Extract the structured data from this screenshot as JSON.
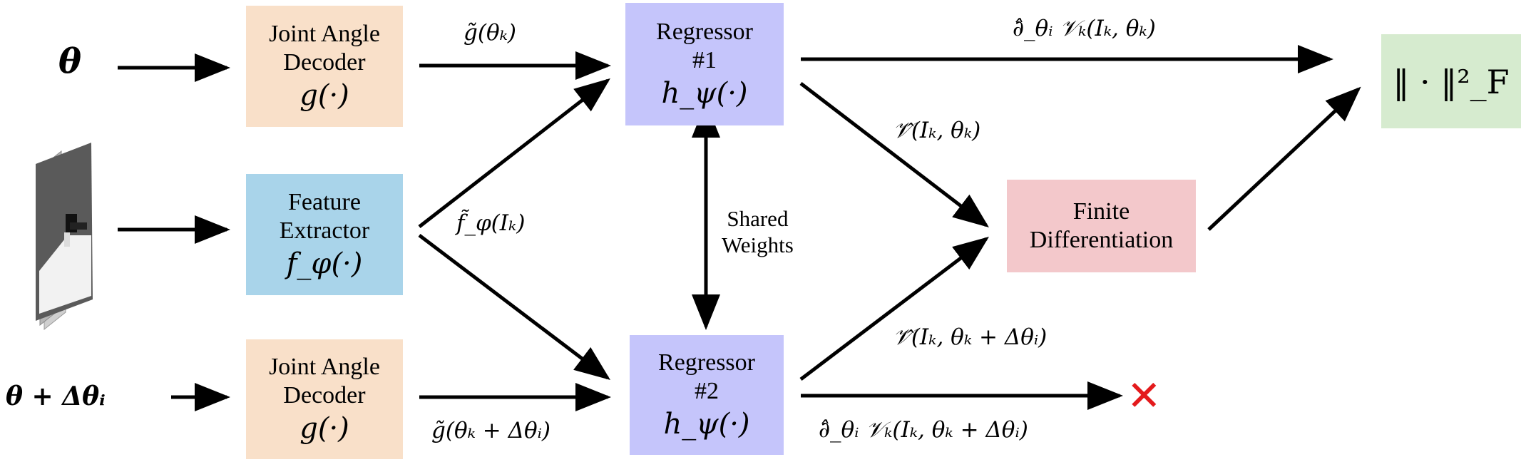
{
  "colors": {
    "decoder": "#f9e0c9",
    "extractor": "#a9d4ea",
    "regressor": "#c5c5fb",
    "finite_diff": "#f3c8cb",
    "norm": "#d6ebcf",
    "cross": "#e41a1c",
    "arrow": "#000000"
  },
  "inputs": {
    "theta": "θ",
    "image_icon": "image-stack-icon",
    "theta_perturbed": "θ + Δθᵢ"
  },
  "boxes": {
    "decoder_top": {
      "line1": "Joint Angle",
      "line2": "Decoder",
      "fn": "g(·)"
    },
    "extractor": {
      "line1": "Feature",
      "line2": "Extractor",
      "fn": "f_φ(·)"
    },
    "decoder_bottom": {
      "line1": "Joint Angle",
      "line2": "Decoder",
      "fn": "g(·)"
    },
    "regressor1": {
      "line1": "Regressor",
      "line2": "#1",
      "fn": "h_ψ(·)"
    },
    "regressor2": {
      "line1": "Regressor",
      "line2": "#2",
      "fn": "h_ψ(·)"
    },
    "finite_diff": {
      "line1": "Finite",
      "line2": "Differentiation"
    },
    "norm": {
      "text": "‖ · ‖²_F"
    }
  },
  "labels": {
    "g_theta_k": "g̃(θₖ)",
    "f_phi_I_k": "f̃_φ(Iₖ)",
    "g_theta_k_delta": "g̃(θₖ + Δθᵢ)",
    "shared_weights_1": "Shared",
    "shared_weights_2": "Weights",
    "dV_top": "∂̂_θᵢ 𝒱ₖ(Iₖ, θₖ)",
    "V_hat_top": "𝒱̂(Iₖ, θₖ)",
    "V_hat_bottom": "𝒱̂(Iₖ, θₖ + Δθᵢ)",
    "dV_bottom": "∂̂_θᵢ 𝒱ₖ(Iₖ, θₖ + Δθᵢ)",
    "discard": "✕"
  }
}
